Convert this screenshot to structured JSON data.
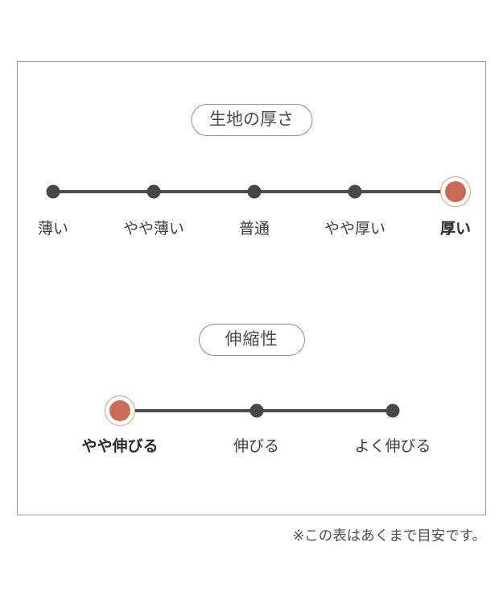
{
  "colors": {
    "accent": "#ca6b55",
    "dot": "#474747",
    "line": "#4d4d4d",
    "frame_border": "#9b9b9b"
  },
  "sections": [
    {
      "title": "生地の厚さ",
      "selected_index": 4,
      "items": [
        {
          "label": "薄い",
          "selected": false
        },
        {
          "label": "やや薄い",
          "selected": false
        },
        {
          "label": "普通",
          "selected": false
        },
        {
          "label": "やや厚い",
          "selected": false
        },
        {
          "label": "厚い",
          "selected": true
        }
      ]
    },
    {
      "title": "伸縮性",
      "selected_index": 0,
      "items": [
        {
          "label": "やや伸びる",
          "selected": true
        },
        {
          "label": "伸びる",
          "selected": false
        },
        {
          "label": "よく伸びる",
          "selected": false
        }
      ]
    }
  ],
  "page": {
    "footnote": "※この表はあくまで目安です。"
  }
}
